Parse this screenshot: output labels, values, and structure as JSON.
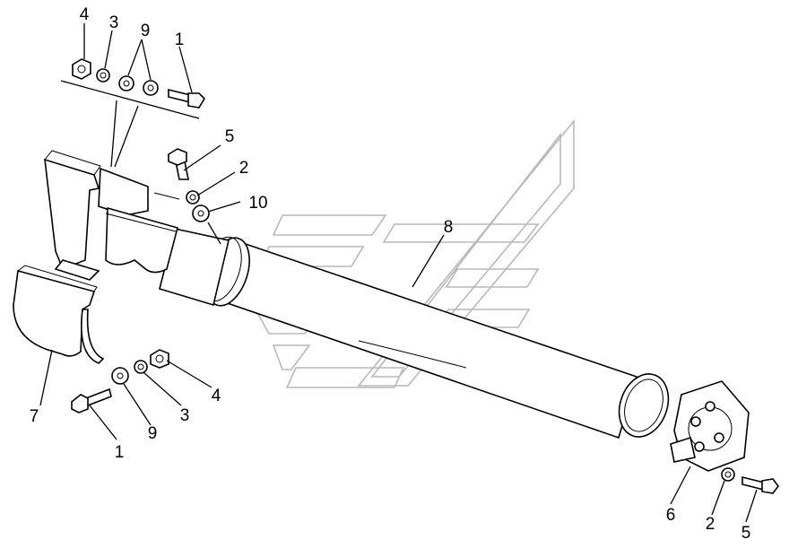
{
  "diagram": {
    "callouts": {
      "c1_top": "1",
      "c3_top": "3",
      "c4_top": "4",
      "c9_top": "9",
      "c5_upper": "5",
      "c2_upper": "2",
      "c10": "10",
      "c8": "8",
      "c7": "7",
      "c1_bottom": "1",
      "c9_bottom": "9",
      "c3_bottom": "3",
      "c4_bottom": "4",
      "c6": "6",
      "c2_lower": "2",
      "c5_lower": "5"
    },
    "colors": {
      "line": "#000000",
      "watermark": "#b9b9b9",
      "background": "#ffffff"
    }
  }
}
